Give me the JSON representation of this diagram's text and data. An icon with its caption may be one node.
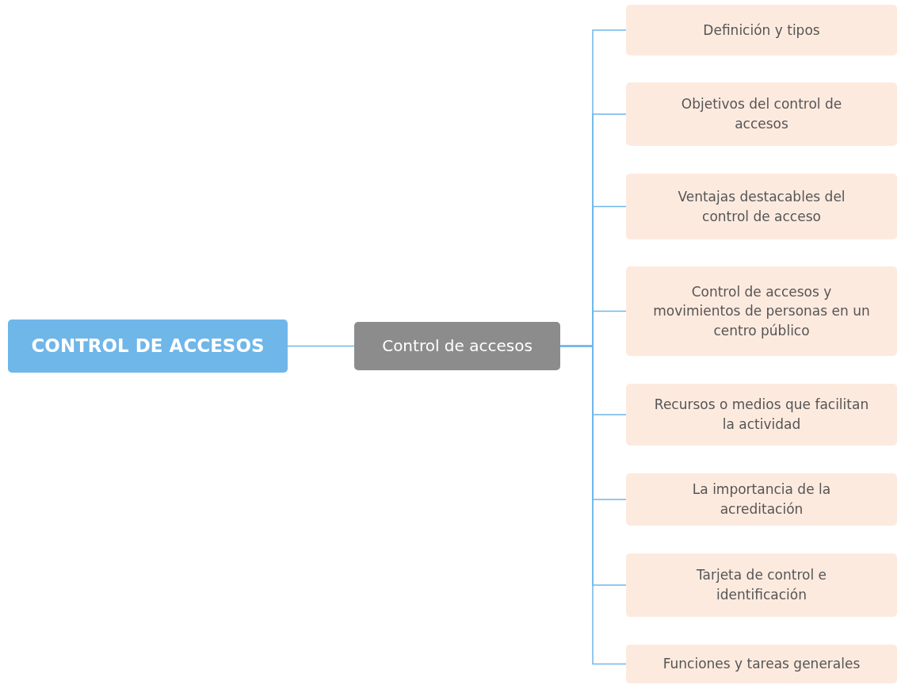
{
  "diagram": {
    "nodes": [
      {
        "text": [
          "CONTROL DE ACCESOS"
        ]
      },
      {
        "text": [
          "Control de accesos"
        ]
      },
      {
        "text": [
          "Definición y tipos"
        ]
      },
      {
        "text": [
          "Objetivos del control de accesos"
        ]
      },
      {
        "text": [
          "Ventajas destacables del control de acceso"
        ]
      },
      {
        "text": [
          "Control de accesos y movimientos de personas en un centro público"
        ]
      },
      {
        "text": [
          "Recursos o medios que facilitan la actividad"
        ]
      },
      {
        "text": [
          "La importancia de la acreditación"
        ]
      },
      {
        "text": [
          "Tarjeta de control e identificación"
        ]
      },
      {
        "text": [
          "Funciones y tareas generales"
        ]
      }
    ],
    "edges": [
      {
        "from": 0,
        "to": 1,
        "arrow": "none"
      },
      {
        "from": 1,
        "to": 2,
        "arrow": "none"
      },
      {
        "from": 1,
        "to": 3,
        "arrow": "none"
      },
      {
        "from": 1,
        "to": 4,
        "arrow": "none"
      },
      {
        "from": 1,
        "to": 5,
        "arrow": "none"
      },
      {
        "from": 1,
        "to": 6,
        "arrow": "none"
      },
      {
        "from": 1,
        "to": 7,
        "arrow": "none"
      },
      {
        "from": 1,
        "to": 8,
        "arrow": "none"
      },
      {
        "from": 1,
        "to": 9,
        "arrow": "none"
      }
    ]
  }
}
